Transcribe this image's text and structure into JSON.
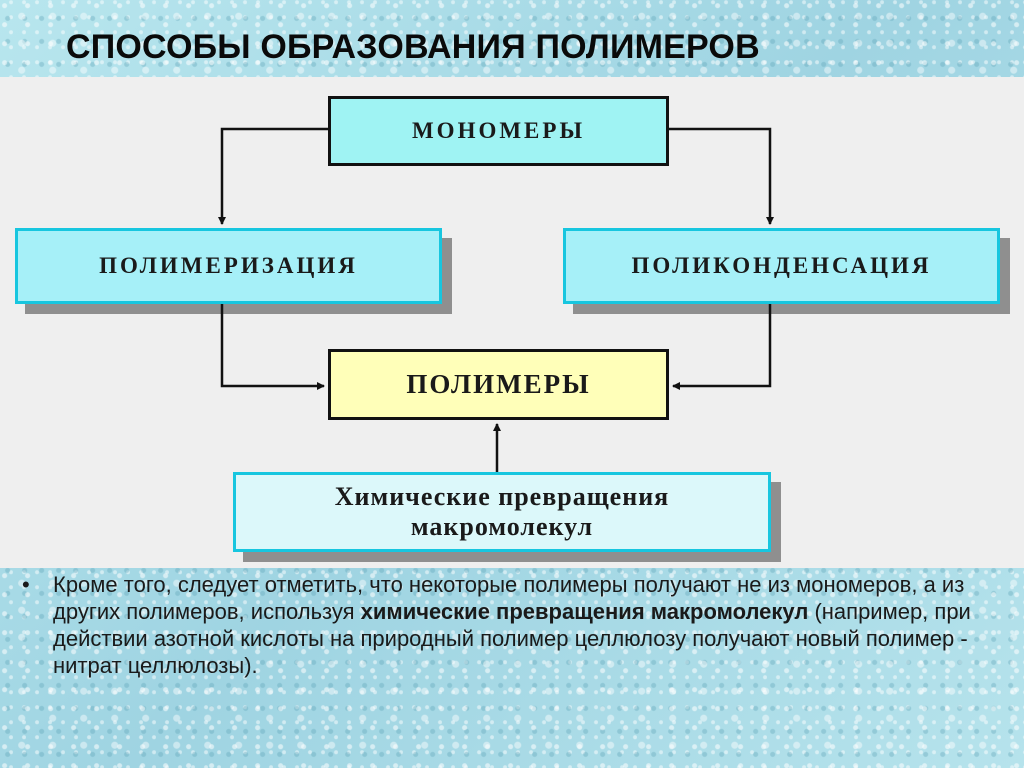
{
  "title": "СПОСОБЫ ОБРАЗОВАНИЯ ПОЛИМЕРОВ",
  "diagram": {
    "monomers": "МОНОМЕРЫ",
    "polymerization": "ПОЛИМЕРИЗАЦИЯ",
    "polycondensation": "ПОЛИКОНДЕНСАЦИЯ",
    "polymers": "ПОЛИМЕРЫ",
    "chemical_line1": "Химические превращения",
    "chemical_line2": "макромолекул"
  },
  "note": {
    "bullet": "•",
    "part1": "Кроме того, следует отметить, что некоторые полимеры получают не из мономеров, а из других полимеров, используя ",
    "bold": "химические превращения макромолекул",
    "part2": " (например, при действии азотной кислоты на природный полимер целлюлозу получают новый полимер - нитрат целлюлозы)."
  },
  "colors": {
    "monomer_fill": "#9ff3f3",
    "process_fill": "#a6f0f8",
    "process_border": "#17c6df",
    "polymer_fill": "#ffffb9",
    "chemical_fill": "#dcf8fa"
  }
}
